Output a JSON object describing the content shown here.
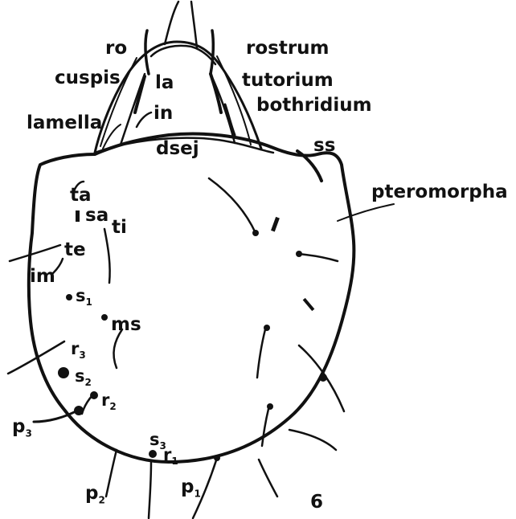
{
  "figure_number": "6",
  "labels": {
    "ro": "ro",
    "rostrum": "rostrum",
    "cuspis": "cuspis",
    "la": "la",
    "tutorium": "tutorium",
    "bothridium": "bothridium",
    "lamella": "lamella",
    "in": "in",
    "dsej": "dsej",
    "ss": "ss",
    "pteromorpha": "pteromorpha",
    "ta": "ta",
    "sa": "sa",
    "ti": "ti",
    "te": "te",
    "im": "im",
    "s1_base": "s",
    "s1_sub": "1",
    "ms": "ms",
    "r3_base": "r",
    "r3_sub": "3",
    "s2_base": "s",
    "s2_sub": "2",
    "r2_base": "r",
    "r2_sub": "2",
    "p3_base": "p",
    "p3_sub": "3",
    "s3_base": "s",
    "s3_sub": "3",
    "r1_base": "r",
    "r1_sub": "1",
    "p2_base": "p",
    "p2_sub": "2",
    "p1_base": "p",
    "p1_sub": "1"
  },
  "colors": {
    "ink": "#111111",
    "paper": "#ffffff"
  }
}
